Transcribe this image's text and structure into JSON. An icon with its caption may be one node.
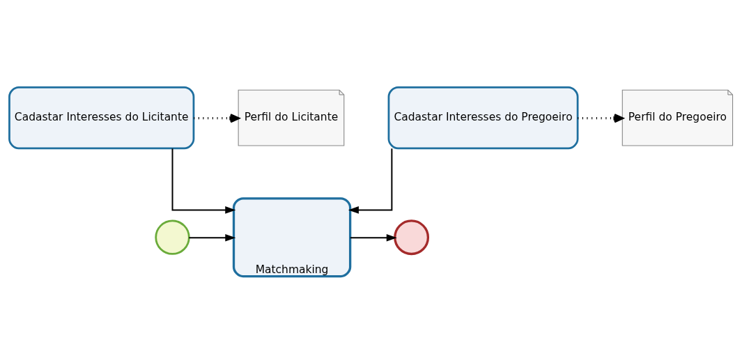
{
  "diagram": {
    "nodes": [
      {
        "text": [
          "Cadastar Interesses do Licitante"
        ]
      },
      {
        "text": [
          "Perfil do Licitante"
        ]
      },
      {
        "text": [
          "Perfil do Pregoeiro"
        ]
      },
      {
        "text": [
          "Cadastar Interesses do Pregoeiro"
        ]
      },
      {
        "text": [
          "Matchmaking"
        ]
      },
      {
        "text": [],
        "shape": "circle"
      },
      {
        "text": [],
        "shape": "circle"
      }
    ],
    "edges": [
      {
        "from": 0,
        "to": 1,
        "arrow": "to",
        "style": "dashed"
      },
      {
        "from": 3,
        "to": 2,
        "arrow": "to",
        "style": "dashed"
      },
      {
        "from": 0,
        "to": 4,
        "arrow": "to"
      },
      {
        "from": 3,
        "to": 4,
        "arrow": "to"
      },
      {
        "from": 5,
        "to": 4,
        "arrow": "to"
      },
      {
        "from": 4,
        "to": 6,
        "arrow": "to"
      }
    ]
  }
}
